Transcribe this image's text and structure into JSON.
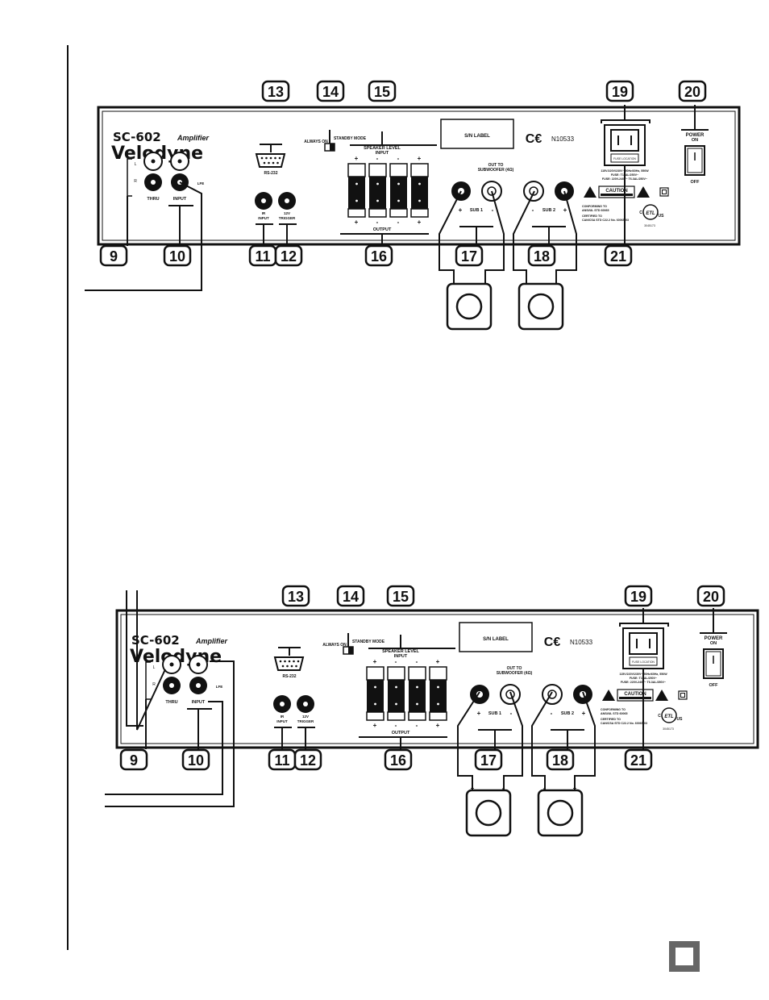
{
  "panel": {
    "model": "SC-602",
    "model_suffix": "Amplifier",
    "brand": "Velodyne",
    "rs232": "RS-232",
    "always_on": "ALWAYS ON",
    "standby_mode": "STANDBY MODE",
    "speaker_level_input": "SPEAKER LEVEL",
    "speaker_input_word": "INPUT",
    "output": "OUTPUT",
    "sn_label": "S/N LABEL",
    "ce_mark": "C€",
    "cert_code": "N10533",
    "out_to_subwoofer": "OUT TO",
    "subwoofer_word": "SUBWOOFER (4Ω)",
    "sub1": "SUB 1",
    "sub2": "SUB 2",
    "thru": "THRU",
    "input": "INPUT",
    "lfe": "LFE",
    "l": "L",
    "r": "R",
    "ir_input": "IR",
    "ir_input_word": "INPUT",
    "trigger_12v": "12V",
    "trigger_word": "TRIGGER",
    "power": "POWER",
    "on": "ON",
    "off": "OFF",
    "caution": "CAUTION",
    "fuse_location": "FUSE LOCATION",
    "voltage_text": "115V/220V/230V~ 50Hz/60Hz, 550W",
    "fuse_text": "FUSE: T10AL/250V~",
    "fuse_text2": "FUSE: 220V-240V~ T6.3AL/250V~",
    "conforming": "CONFORMING TO",
    "standard1": "ANSI/UL STD 60065",
    "certified": "CERTIFIED TO",
    "standard2": "CAN/CSA STD C22.2 No. 60065-03",
    "etl": "ETL",
    "us": "US",
    "c": "C",
    "listing_no": "3045173",
    "plus": "+",
    "minus": "-"
  },
  "callouts": [
    "9",
    "10",
    "11",
    "12",
    "13",
    "14",
    "15",
    "16",
    "17",
    "18",
    "19",
    "20",
    "21"
  ],
  "page_number": ""
}
